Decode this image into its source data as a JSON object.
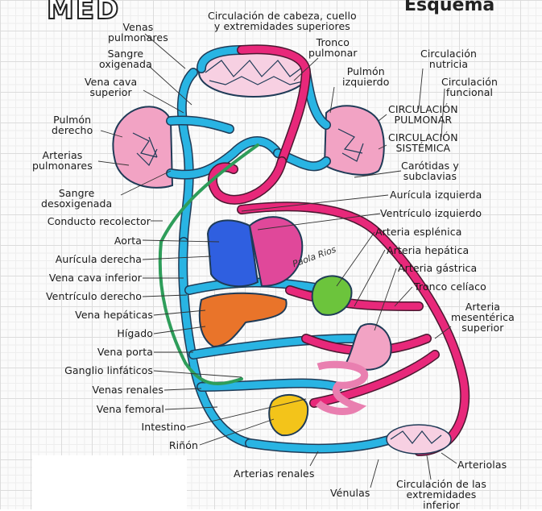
{
  "header": {
    "logo_text": "MED",
    "title": "Esquema"
  },
  "signature": "Paola\nRios",
  "labels": {
    "circulacion_cabeza": "Circulación de cabeza, cuello\ny extremidades superiores",
    "venas_pulmonares": "Venas\npulmonares",
    "sangre_oxigenada": "Sangre\noxigenada",
    "vena_cava_superior": "Vena cava\nsuperior",
    "pulmon_derecho": "Pulmón\nderecho",
    "arterias_pulmonares": "Arterias\npulmonares",
    "sangre_desoxigenada": "Sangre\ndesoxigenada",
    "conducto_recolector": "Conducto recolector",
    "aorta": "Aorta",
    "auricula_derecha": "Aurícula derecha",
    "vena_cava_inferior": "Vena cava inferior",
    "ventriculo_derecho": "Ventrículo derecho",
    "venas_hepaticas": "Vena hepáticas",
    "higado": "Hígado",
    "vena_porta": "Vena porta",
    "ganglio_linfaticos": "Ganglio linfáticos",
    "venas_renales": "Venas renales",
    "vena_femoral": "Vena femoral",
    "intestino": "Intestino",
    "rinon": "Riñón",
    "tronco_pulmonar": "Tronco\npulmonar",
    "pulmon_izquierdo": "Pulmón\nizquierdo",
    "circulacion_nutricia": "Circulación\nnutricia",
    "circulacion_funcional": "Circulación\nfuncional",
    "circulacion_pulmonar": "CIRCULACIÓN\nPULMONAR",
    "circulacion_sistemica": "CIRCULACIÓN\nSISTÉMICA",
    "carotidas": "Carótidas y\nsubclavias",
    "auricula_izquierda": "Aurícula izquierda",
    "ventriculo_izquierdo": "Ventrículo izquierdo",
    "arteria_esplenica": "Arteria esplénica",
    "arteria_hepatica": "Arteria hepática",
    "arteria_gastrica": "Arteria gástrica",
    "tronco_celiaco": "Tronco celíaco",
    "arteria_mesenterica": "Arteria\nmesentérica\nsuperior",
    "arterias_renales": "Arterias renales",
    "venulas": "Vénulas",
    "arteriolas": "Arteriolas",
    "circulacion_extremidades": "Circulación de las\nextremidades\ninferior"
  },
  "colors": {
    "vein_blue": "#29b4e3",
    "artery_pink": "#e8287a",
    "lymph_green": "#2e9d5a",
    "lung_pink": "#f2a3c4",
    "liver_orange": "#e9742a",
    "spleen_green": "#6cc43c",
    "kidney_yellow": "#f3c41a",
    "heart_blue": "#2f5fe0",
    "heart_pink": "#e0489a",
    "outline": "#1f3b57"
  }
}
